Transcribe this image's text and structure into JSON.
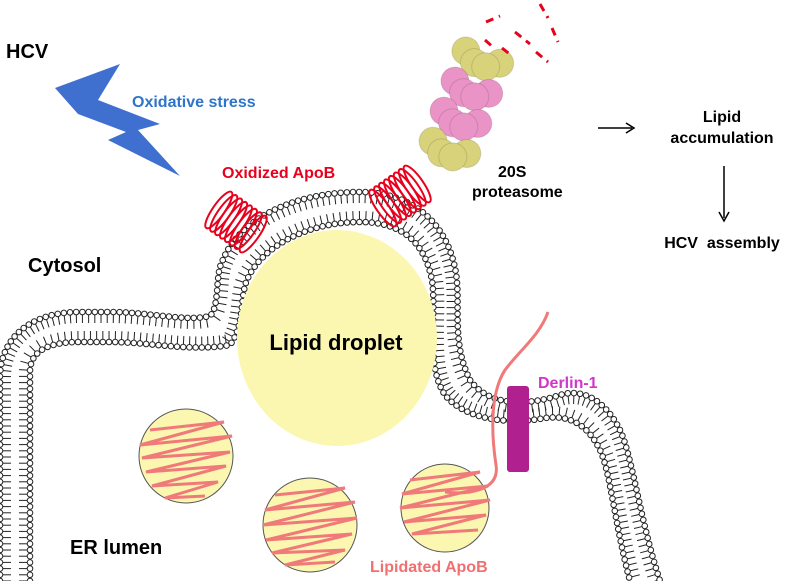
{
  "labels": {
    "hcv": "HCV",
    "oxidative_stress": "Oxidative stress",
    "oxidized_apob": "Oxidized ApoB",
    "proteasome_line1": "20S",
    "proteasome_line2": "proteasome",
    "lipid_accum_line1": "Lipid",
    "lipid_accum_line2": "accumulation",
    "hcv_assembly": "HCV  assembly",
    "cytosol": "Cytosol",
    "lipid_droplet": "Lipid droplet",
    "derlin": "Derlin-1",
    "er_lumen": "ER lumen",
    "lipidated_apob": "Lipidated ApoB"
  },
  "colors": {
    "bolt": "#3f6fcf",
    "oxidative_text": "#2e74c9",
    "apob_red": "#e8001c",
    "lipidated_text": "#f07070",
    "apob_pink": "#f07a7a",
    "droplet_fill": "#fbf7b0",
    "derlin": "#b0208e",
    "derlin_text": "#d036c8",
    "proteasome_yellow": "#d8d27a",
    "proteasome_pink": "#e993c6"
  }
}
